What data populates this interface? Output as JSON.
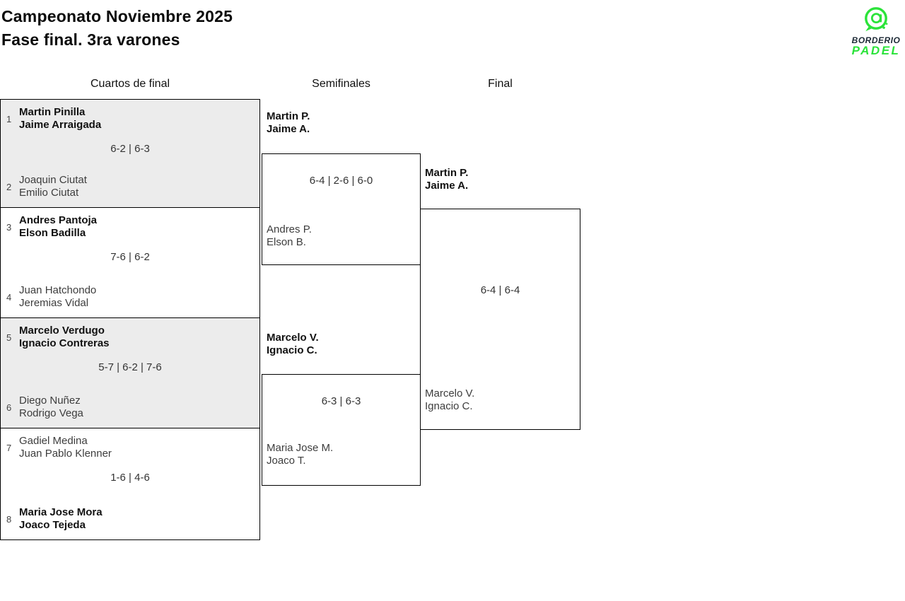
{
  "title": {
    "line1": "Campeonato Noviembre 2025",
    "line2": "Fase final. 3ra varones"
  },
  "logo": {
    "brand": "BORDERIO",
    "product": "PADEL",
    "icon": "at-bubble-icon",
    "colors": {
      "green": "#2be33a",
      "navy": "#1d2a36"
    }
  },
  "round_headers": [
    "Cuartos de final",
    "Semifinales",
    "Final"
  ],
  "colors": {
    "shaded_match_bg": "#ececec",
    "box_border": "#000000",
    "winner_text": "#111111",
    "loser_text": "#3d3d3d",
    "score_text": "#333333",
    "seed_text": "#444444"
  },
  "quarterfinals": [
    {
      "seed_a": "1",
      "team_a": [
        "Martin Pinilla",
        "Jaime Arraigada"
      ],
      "seed_b": "2",
      "team_b": [
        "Joaquin Ciutat",
        "Emilio Ciutat"
      ],
      "score": "6-2 | 6-3",
      "winner": "a",
      "shaded": true
    },
    {
      "seed_a": "3",
      "team_a": [
        "Andres Pantoja",
        "Elson Badilla"
      ],
      "seed_b": "4",
      "team_b": [
        "Juan Hatchondo",
        "Jeremias Vidal"
      ],
      "score": "7-6 | 6-2",
      "winner": "a",
      "shaded": false
    },
    {
      "seed_a": "5",
      "team_a": [
        "Marcelo Verdugo",
        "Ignacio Contreras"
      ],
      "seed_b": "6",
      "team_b": [
        "Diego Nuñez",
        "Rodrigo Vega"
      ],
      "score": "5-7 | 6-2 | 7-6",
      "winner": "a",
      "shaded": true
    },
    {
      "seed_a": "7",
      "team_a": [
        "Gadiel Medina",
        "Juan Pablo Klenner"
      ],
      "seed_b": "8",
      "team_b": [
        "Maria Jose Mora",
        "Joaco Tejeda"
      ],
      "score": "1-6 | 4-6",
      "winner": "b",
      "shaded": false
    }
  ],
  "semifinals": [
    {
      "team_a": [
        "Martin P.",
        "Jaime A."
      ],
      "team_b": [
        "Andres P.",
        "Elson B."
      ],
      "score": "6-4 | 2-6 | 6-0",
      "winner": "a"
    },
    {
      "team_a": [
        "Marcelo V.",
        "Ignacio C."
      ],
      "team_b": [
        "Maria Jose M.",
        "Joaco T."
      ],
      "score": "6-3 | 6-3",
      "winner": "a"
    }
  ],
  "final": {
    "team_a": [
      "Martin P.",
      "Jaime A."
    ],
    "team_b": [
      "Marcelo V.",
      "Ignacio C."
    ],
    "score": "6-4 | 6-4",
    "winner": "a"
  }
}
